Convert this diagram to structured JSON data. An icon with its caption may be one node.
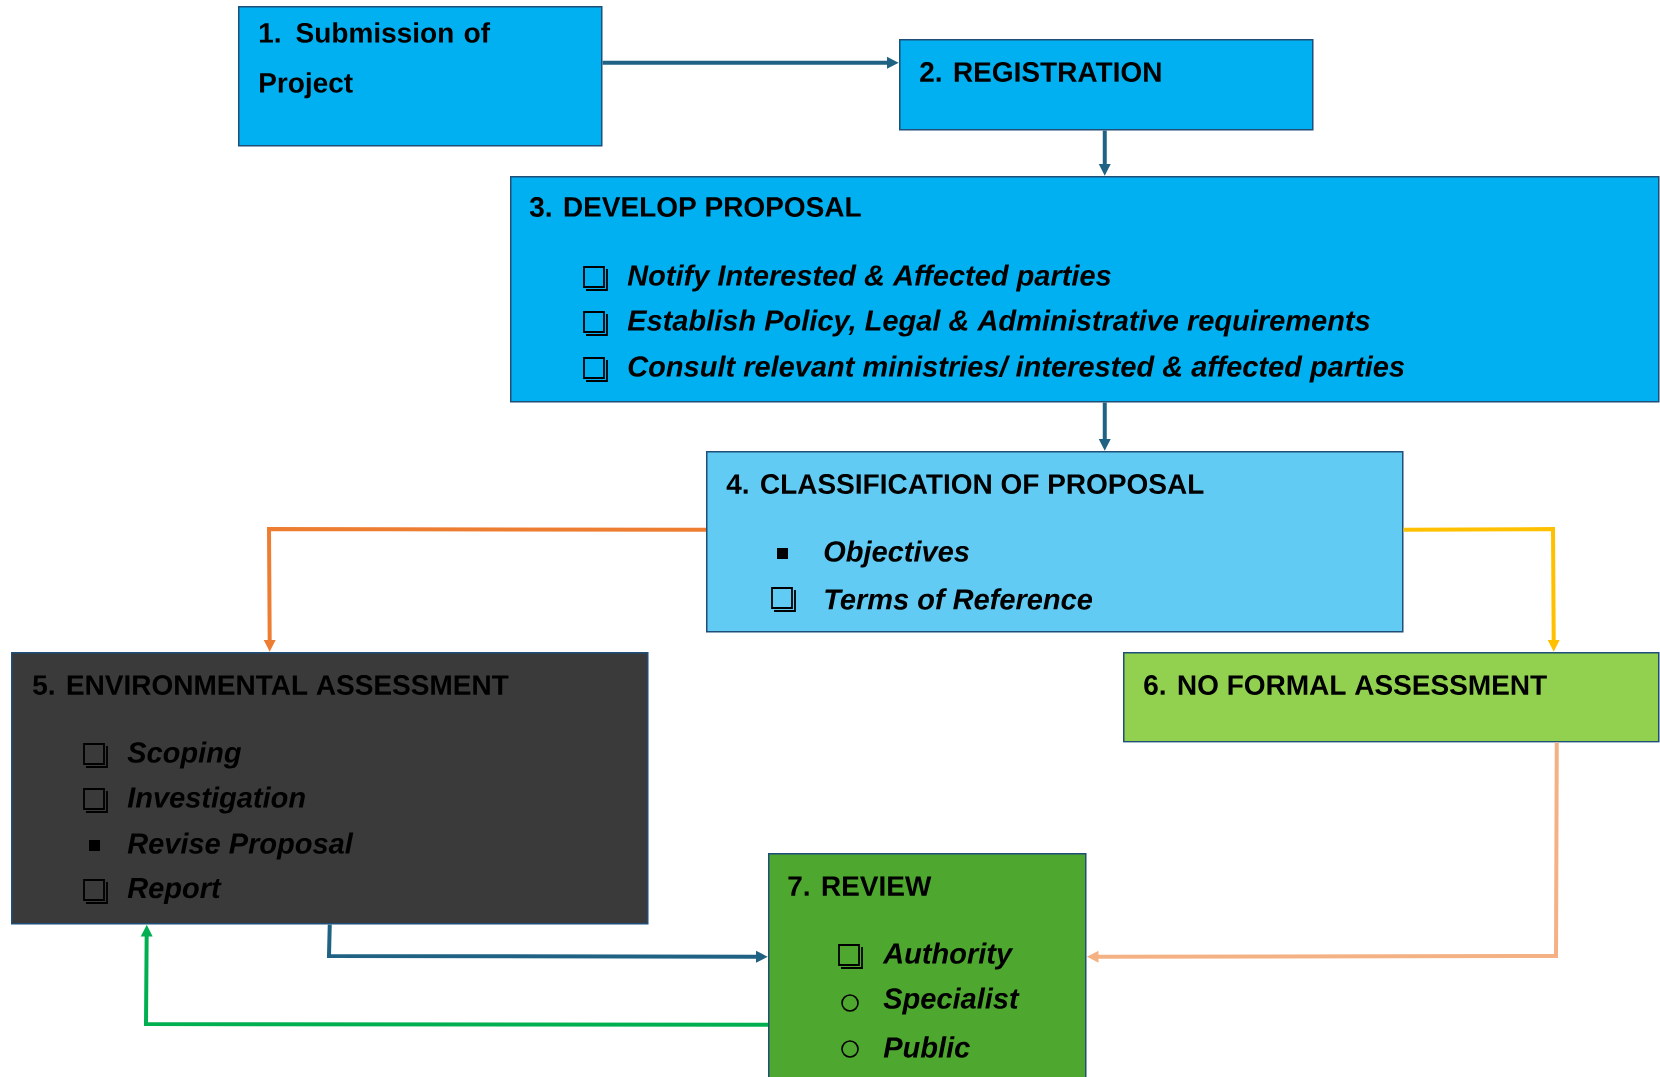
{
  "diagram": {
    "nodes": [
      {
        "text": [
          "1. Submission of Project"
        ]
      },
      {
        "text": [
          "2. REGISTRATION"
        ]
      },
      {
        "text": [
          "3. DEVELOP PROPOSAL",
          "Notify Interested & Affected  parties",
          "Establish Policy, Legal & Administrative requirements",
          "Consult relevant ministries/ interested & affected parties"
        ]
      },
      {
        "text": [
          "4. CLASSIFICATION OF PROPOSAL",
          "Objectives",
          "Terms of Reference"
        ]
      },
      {
        "text": [
          "5. ENVIRONMENTAL ASSESSMENT",
          "Scoping",
          "Investigation",
          "Revise Proposal",
          "Report"
        ]
      },
      {
        "text": [
          "6. NO FORMAL ASSESSMENT"
        ]
      },
      {
        "text": [
          "7. REVIEW",
          "Authority",
          "Specialist",
          "Public"
        ]
      }
    ],
    "edges": [
      {
        "from": 0,
        "to": 1,
        "arrow": "to"
      },
      {
        "from": 1,
        "to": 2,
        "arrow": "to"
      },
      {
        "from": 2,
        "to": 3,
        "arrow": "to"
      },
      {
        "from": 3,
        "to": 4,
        "arrow": "to",
        "color": "#ed7d31"
      },
      {
        "from": 3,
        "to": 5,
        "arrow": "to",
        "color": "#ffc000"
      },
      {
        "from": 5,
        "to": 6,
        "arrow": "to",
        "color": "#f4b183"
      },
      {
        "from": 4,
        "to": 6,
        "arrow": "to"
      },
      {
        "from": 6,
        "to": 4,
        "arrow": "to",
        "color": "#00b050"
      }
    ]
  }
}
